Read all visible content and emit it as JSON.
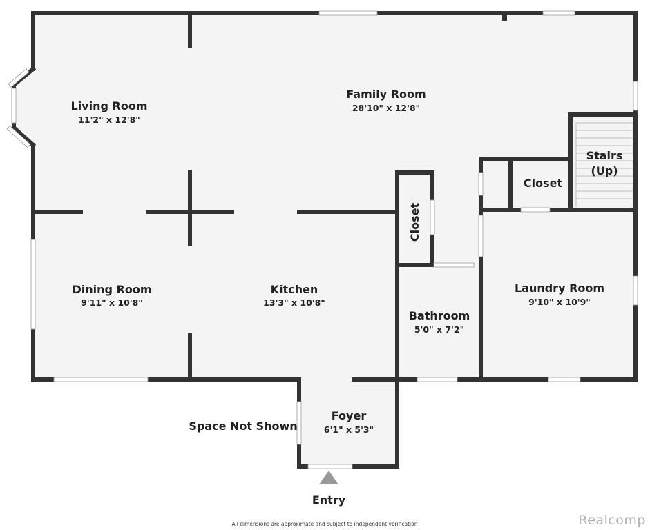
{
  "rooms": {
    "living_room": {
      "name": "Living Room",
      "dim": "11'2\" x 12'8\""
    },
    "family_room": {
      "name": "Family Room",
      "dim": "28'10\" x 12'8\""
    },
    "stairs": {
      "name_line1": "Stairs",
      "name_line2": "(Up)"
    },
    "closet_upper": {
      "name": "Closet"
    },
    "closet_vertical": {
      "name": "Closet"
    },
    "dining_room": {
      "name": "Dining Room",
      "dim": "9'11\" x 10'8\""
    },
    "kitchen": {
      "name": "Kitchen",
      "dim": "13'3\" x 10'8\""
    },
    "bathroom": {
      "name": "Bathroom",
      "dim": "5'0\" x 7'2\""
    },
    "laundry_room": {
      "name": "Laundry Room",
      "dim": "9'10\" x 10'9\""
    },
    "foyer": {
      "name": "Foyer",
      "dim": "6'1\" x 5'3\""
    }
  },
  "labels": {
    "space_not_shown": "Space Not Shown",
    "entry": "Entry"
  },
  "footer": {
    "disclaimer": "All dimensions are approximate and subject to independent verification",
    "brand": "Realcomp"
  },
  "colors": {
    "wall": "#333333",
    "floor": "#f4f4f4",
    "window": "#ffffff",
    "entry_marker": "#999999",
    "brand": "#b5b5b5"
  }
}
